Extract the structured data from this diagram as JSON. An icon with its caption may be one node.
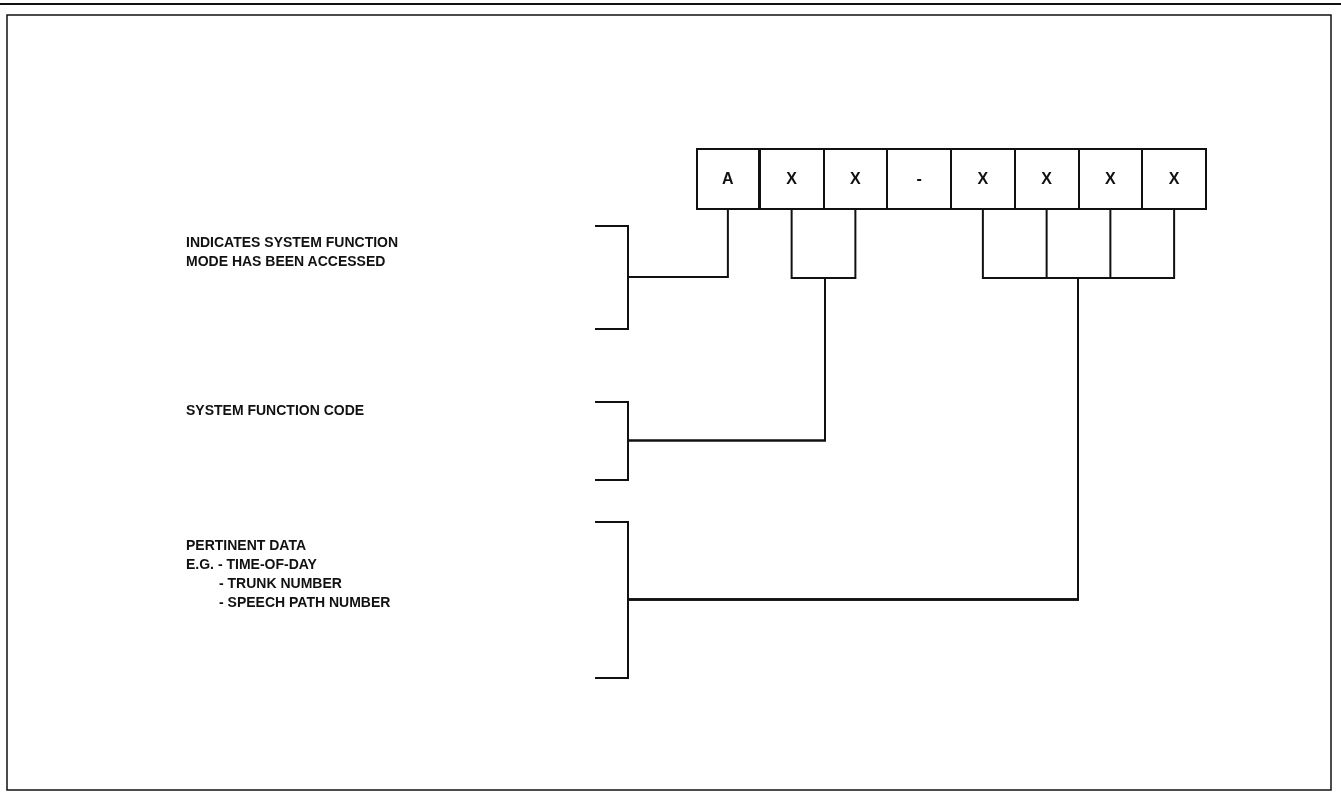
{
  "diagram": {
    "nodes": [
      {
        "text": [
          "A"
        ]
      },
      {
        "text": [
          "X"
        ]
      },
      {
        "text": [
          "X"
        ]
      },
      {
        "text": [
          "-"
        ]
      },
      {
        "text": [
          "X"
        ]
      },
      {
        "text": [
          "X"
        ]
      },
      {
        "text": [
          "X"
        ]
      },
      {
        "text": [
          "X"
        ]
      },
      {
        "text": [
          "INDICATES SYSTEM FUNCTION MODE HAS BEEN ACCESSED"
        ]
      },
      {
        "text": [
          "SYSTEM FUNCTION CODE"
        ]
      },
      {
        "text": [
          "PERTINENT DATA",
          "E.G. - TIME-OF-DAY",
          "- TRUNK NUMBER",
          "- SPEECH PATH NUMBER"
        ]
      }
    ],
    "edges": [
      {
        "from": 8,
        "to": 0,
        "arrow": "none"
      },
      {
        "from": 9,
        "to": 1,
        "arrow": "none"
      },
      {
        "from": 9,
        "to": 2,
        "arrow": "none"
      },
      {
        "from": 10,
        "to": 4,
        "arrow": "none"
      },
      {
        "from": 10,
        "to": 5,
        "arrow": "none"
      },
      {
        "from": 10,
        "to": 6,
        "arrow": "none"
      },
      {
        "from": 10,
        "to": 7,
        "arrow": "none"
      }
    ]
  }
}
